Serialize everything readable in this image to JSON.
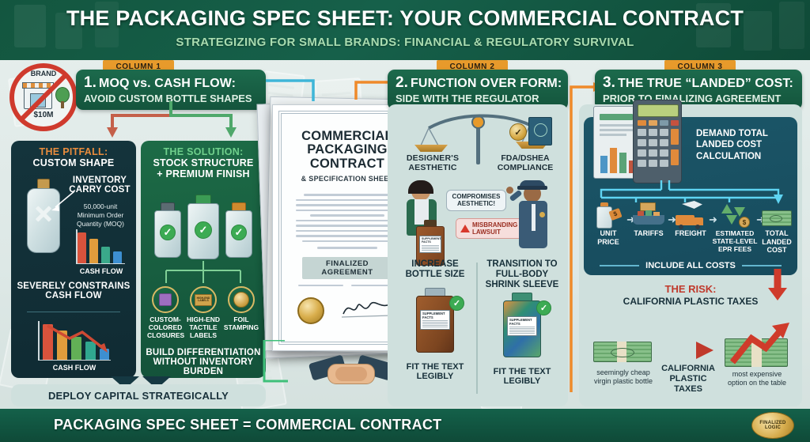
{
  "header": {
    "title": "THE PACKAGING SPEC SHEET: YOUR COMMERCIAL CONTRACT",
    "subtitle": "STRATEGIZING FOR SMALL BRANDS: FINANCIAL & REGULATORY SURVIVAL"
  },
  "footer": {
    "text": "PACKAGING SPEC SHEET = COMMERCIAL CONTRACT",
    "badge_line1": "FINALIZED",
    "badge_line2": "LOGIC"
  },
  "brand_icon": {
    "top_label": "BRAND",
    "bottom_label": "$10M"
  },
  "columns": [
    {
      "tab": "COLUMN 1",
      "number": "1.",
      "title": "MOQ vs. CASH FLOW:",
      "subtitle": "AVOID CUSTOM BOTTLE SHAPES"
    },
    {
      "tab": "COLUMN 2",
      "number": "2.",
      "title": "FUNCTION OVER FORM:",
      "subtitle": "SIDE WITH THE REGULATOR"
    },
    {
      "tab": "COLUMN 3",
      "number": "3.",
      "title": "THE TRUE “LANDED” COST:",
      "subtitle": "PRIOR TO FINALIZING AGREEMENT"
    }
  ],
  "column1": {
    "pitfall": {
      "title": "THE PITFALL:",
      "subtitle": "CUSTOM SHAPE",
      "callout": "INVENTORY\nCARRY COST",
      "callout_line1": "INVENTORY",
      "callout_line2": "CARRY COST",
      "moq_line1": "50,000-unit",
      "moq_line2": "Minimum Order",
      "moq_line3": "Quantity (MOQ)",
      "chart_axis_label": "CASH FLOW",
      "result_line1": "SEVERELY CONSTRAINS",
      "result_line2": "CASH FLOW",
      "chart2_axis_label": "CASH FLOW"
    },
    "solution": {
      "title": "THE SOLUTION:",
      "subtitle_line1": "STOCK STRUCTURE",
      "subtitle_line2": "+ PREMIUM FINISH",
      "features": [
        {
          "line1": "CUSTOM-",
          "line2": "COLORED",
          "line3": "CLOSURES"
        },
        {
          "line1": "HIGH-END",
          "line2": "TACTILE",
          "line3": "LABELS"
        },
        {
          "line1": "FOIL",
          "line2": "STAMPING",
          "line3": ""
        }
      ],
      "feature_icon_label_line1": "HIGH-END",
      "feature_icon_label_line2": "LABELS",
      "outcome_line1": "BUILD DIFFERENTIATION",
      "outcome_line2": "WITHOUT INVENTORY BURDEN"
    },
    "footer_banner": "DEPLOY CAPITAL STRATEGICALLY"
  },
  "contract": {
    "title_line1": "COMMERCIAL",
    "title_line2": "PACKAGING",
    "title_line3": "CONTRACT",
    "subtitle": "& SPECIFICATION SHEET",
    "stamp": "FINALIZED AGREEMENT"
  },
  "column2": {
    "scale_left_line1": "DESIGNER'S",
    "scale_left_line2": "AESTHETIC",
    "scale_right_line1": "FDA/DSHEA",
    "scale_right_line2": "COMPLIANCE",
    "speech_line1": "COMPROMISES",
    "speech_line2": "AESTHETIC!",
    "alert_line1": "MISBRANDING",
    "alert_line2": "LAWSUIT",
    "solutions": [
      {
        "title_line1": "INCREASE",
        "title_line2": "BOTTLE SIZE",
        "title_line3": "",
        "label": "SUPPLEMENT FACTS",
        "caption_line1": "FIT THE TEXT",
        "caption_line2": "LEGIBLY"
      },
      {
        "title_line1": "TRANSITION TO",
        "title_line2": "FULL-BODY",
        "title_line3": "SHRINK SLEEVE",
        "label": "SUPPLEMENT FACTS",
        "caption_line1": "FIT THE TEXT",
        "caption_line2": "LEGIBLY"
      }
    ]
  },
  "column3": {
    "demand_line1": "DEMAND TOTAL",
    "demand_line2": "LANDED COST",
    "demand_line3": "CALCULATION",
    "cost_chain": [
      {
        "line1": "UNIT",
        "line2": "PRICE",
        "line3": ""
      },
      {
        "line1": "TARIFFS",
        "line2": "",
        "line3": ""
      },
      {
        "line1": "FREIGHT",
        "line2": "",
        "line3": ""
      },
      {
        "line1": "ESTIMATED",
        "line2": "STATE-LEVEL",
        "line3": "EPR FEES"
      },
      {
        "line1": "TOTAL",
        "line2": "LANDED",
        "line3": "COST"
      }
    ],
    "include_all_costs": "INCLUDE ALL COSTS",
    "risk_title": "THE RISK:",
    "risk_subtitle": "CALIFORNIA PLASTIC TAXES",
    "risk_left_line1": "seemingly cheap",
    "risk_left_line2": "virgin plastic bottle",
    "risk_mid_line1": "CALIFORNIA",
    "risk_mid_line2": "PLASTIC TAXES",
    "risk_right_line1": "most expensive",
    "risk_right_line2": "option on the table"
  },
  "colors": {
    "header_green": "#14563f",
    "accent_orange": "#e79a2b",
    "solution_green": "#1d6b46",
    "pitfall_dark": "#14343c",
    "risk_red": "#c0392b",
    "teal_panel": "#1b5668"
  }
}
